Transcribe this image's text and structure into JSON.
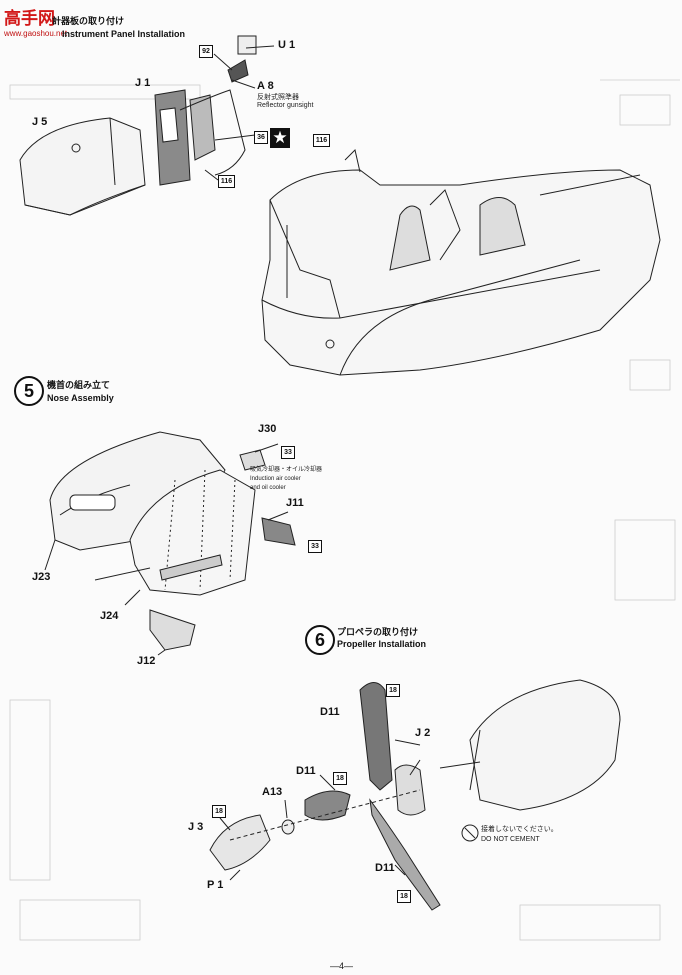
{
  "watermark": {
    "main": "高手网",
    "sub": "www.gaoshou.net"
  },
  "step4": {
    "title_ja": "計器板の取り付け",
    "title_en": "Instrument Panel Installation"
  },
  "step5": {
    "number": "5",
    "title_ja": "機首の組み立て",
    "title_en": "Nose Assembly"
  },
  "step6": {
    "number": "6",
    "title_ja": "プロペラの取り付け",
    "title_en": "Propeller Installation"
  },
  "parts": {
    "u1": "U 1",
    "a8": "A 8",
    "a8_ja": "反射式照準器",
    "a8_en": "Reflector gunsight",
    "j1": "J 1",
    "j5": "J 5",
    "j30": "J30",
    "j11": "J11",
    "cooler_ja": "吸気冷却器・オイル冷却器",
    "cooler_en1": "Induction air cooler",
    "cooler_en2": "and oil cooler",
    "j23": "J23",
    "j24": "J24",
    "j12": "J12",
    "d11_top": "D11",
    "d11_mid": "D11",
    "d11_bot": "D11",
    "j2": "J 2",
    "a13": "A13",
    "j3": "J 3",
    "p1": "P 1"
  },
  "paint_codes": {
    "c92": "92",
    "c36": "36",
    "c116_a": "116",
    "c116_b": "116",
    "c33_a": "33",
    "c33_b": "33",
    "c18_a": "18",
    "c18_b": "18",
    "c18_c": "18",
    "c18_d": "18"
  },
  "do_not_cement": {
    "ja": "接着しないでください。",
    "en": "DO NOT CEMENT"
  },
  "page_number": "—4—",
  "icons": {
    "star": "star-insignia-icon",
    "no_glue": "no-cement-icon"
  }
}
